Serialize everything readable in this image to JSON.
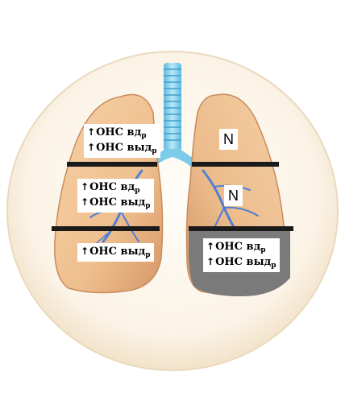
{
  "colors": {
    "background_circle": "#fbf6ec",
    "lung_fill": "#f0c89a",
    "lung_shade": "#e3a874",
    "trachea": "#8fd3ee",
    "bronchi": "#4b7bd0",
    "divider": "#1a1a1a",
    "gray_zone": "#7a7a7a"
  },
  "icons": {
    "arrow": "up-arrow-icon"
  },
  "left_lung": {
    "upper": {
      "lines": [
        {
          "arrow": "↑",
          "text": "ОНС вд",
          "sub": "р"
        },
        {
          "arrow": "↑",
          "text": "ОНС выд",
          "sub": "р"
        }
      ]
    },
    "middle": {
      "lines": [
        {
          "arrow": "↑",
          "text": "ОНС вд",
          "sub": "р"
        },
        {
          "arrow": "↑",
          "text": "ОНС выд",
          "sub": "р"
        }
      ]
    },
    "lower": {
      "lines": [
        {
          "arrow": "↑",
          "text": "ОНС выд",
          "sub": "р"
        }
      ]
    }
  },
  "right_lung": {
    "upper": {
      "label": "N"
    },
    "middle": {
      "label": "N"
    },
    "lower": {
      "lines": [
        {
          "arrow": "↑",
          "text": "ОНС вд",
          "sub": "р"
        },
        {
          "arrow": "↑",
          "text": "ОНС выд",
          "sub": "р"
        }
      ]
    }
  }
}
